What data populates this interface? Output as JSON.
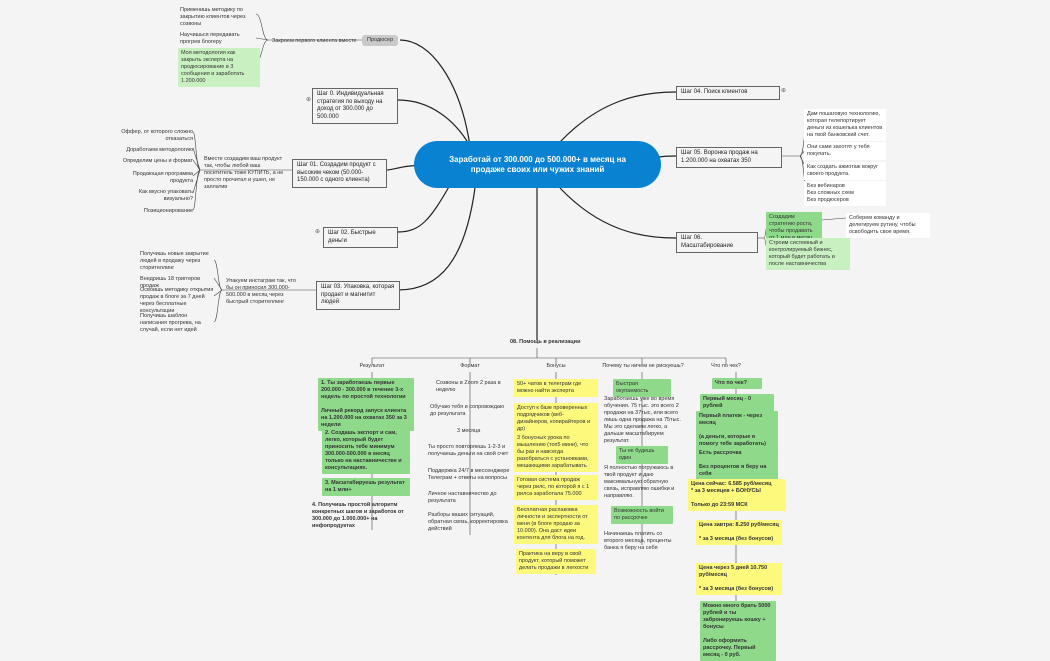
{
  "root": "Заработай от 300.000 до 500.000+ в месяц на продаже своих или чужих знаний",
  "top_left": {
    "pill": "Продюсер",
    "mid": "Закроем первого клиента вместе",
    "leaves": [
      "Применишь методику по закрытию клиентов через созвоны",
      "Научишься передавать прогрев блогеру",
      "Моя методология как закрыть эксперта на продюсирование в 3 сообщения и заработать 1.200.000"
    ]
  },
  "step0": "Шаг 0. Индивидуальная стратегия по выходу на доход от 300.000 до 500.000",
  "step01": {
    "node": "Шаг 01. Создадим продукт с высоким чеком (50.000-150.000 с одного клиента)",
    "mid": "Вместе создадим ваш продукт так, чтобы любой ваш посетитель тоже КУПИТЬ, а не просто прочитал и ушел, не заплатив",
    "leaves": [
      "Оффер, от которого сложно отказаться",
      "Доработаем методологию",
      "Определим цены и формат",
      "Продающая программа продукта",
      "Как вкусно упаковать визуально?",
      "Позиционирование"
    ]
  },
  "step02": "Шаг 02. Быстрые деньги",
  "step03": {
    "node": "Шаг 03. Упаковка, которая продает и магнитит людей",
    "mid": "Упакуем инстаграм так, что бы он приносил 300.000-500.000 в месяц через быстрый сторителлинг",
    "leaves": [
      "Получишь новые закрытие людей в продажу через сторителлинг",
      "Внедришь 18 триггеров продаж",
      "Освоишь методику открытия продаж в блоге за 7 дней через бесплатные консультации",
      "Получишь шаблон написания прогрева, на случай, если нет идей"
    ]
  },
  "step04": "Шаг 04. Поиск клиентов",
  "step05": {
    "node": "Шаг 05. Воронка продаж на 1.200.000 на охватах 350",
    "leaves": [
      "Дам пошаговую технологию, которая телепортирует деньги из кошелька клиентов на твой банковский счет.",
      "Они сами захотят у тебя покупать.",
      "Как создать ажиотаж вокруг своего продукта.",
      "Без вебинаров\nБез сложных схем\nБез продюсеров"
    ]
  },
  "step06": {
    "node": "Шаг 06. Масштабирование",
    "leaves": [
      "Создадим стратегию роста, чтобы продавать от 1 млн в месяц",
      "Строим системный и контролируемый бизнес, который будет работать и после наставничества"
    ],
    "sub": "Соберем команду и делегируем рутину, чтобы освободить свое время."
  },
  "bottom": {
    "title": "08. Помощь в реализации",
    "columns": [
      "Результат",
      "Формат",
      "Бонусы",
      "Почему ты ничем не рискуешь?",
      "Что по чек?"
    ],
    "result": [
      "1. Ты заработаешь первые 200.000 - 300.000 в течение 3-х недель по простой технологии\n\nЛичный рекорд запуск клиента на 1.200.000 на охватах 350 за 3 недели",
      "2. Создашь экспорт и сам, легко, который будет приносить тебе минимум 300.000-500.000 в месяц только на наставничестве и консультациях.",
      "3. Масштабируешь результат на 1 млн+",
      "4. Получишь простой алгоритм конкретных шагов и заработок от 300.000 до 1.000.000+ на инфопродуктах"
    ],
    "format": [
      "Созвоны в Zoom 2 раза в неделю",
      "Обучаю тебя и сопровождаю до результата",
      "3 месяца",
      "Ты просто повторяешь 1-2-3 и получаешь деньги на свой счет",
      "Поддержка 24/7 в мессенджере Телеграм + ответы на вопросы",
      "Личное наставничество до результата",
      "Разборы ваших ситуаций, обратная связь, корректировка действий"
    ],
    "bonuses": [
      "50+ чатов в телеграм где можно найти эксперта",
      "Доступ к базе проверенных подрядчиков (веб-дизайнеров, копирайтеров и др)",
      "3 бонусных урока по мышлению (топ5 мини), что бы раз и навсегда разобраться с установками, мешающими зарабатывать",
      "Готовая система продаж через рилс, по которой я с 1 рилса заработала 75.000",
      "Бесплатная распаковка личности и экспертности от меня (в блоге продаю за 10.000). Она даст идеи контента для блога на год.",
      "Практика на веру в свой продукт, который поможет делать продажи в легкости"
    ],
    "risk": [
      "Быстрая окупаемость",
      "Заработаешь уже во время обучения. 75 тыс. это всего 2 продажи на 37тыс, или всего лишь одна продажа на 75тыс. Мы это сделаем легко, а дальше масштабируем результат.",
      "Ты не будешь один",
      "Я полностью погружаюсь в твой продукт и даю максимальную обратную связь, исправляю ошибки и направляю.",
      "Возможность войти по рассрочке",
      "Начинаешь платить со второго месяца, проценты банка я беру на себя"
    ],
    "price": [
      "Что по чек?",
      "Первый месяц - 0 рублей",
      "Первый платеж - через месяц\n\n(а деньги, которые я помогу тебе заработать)",
      "Есть рассрочка\n\nБез процентов я беру на себя",
      "Цена сейчас: 6.585 руб/месяц\n* за 3 месяцев + БОНУСЫ\n\nТолько до 23:59 МСК",
      "Цена завтра: 8.250 руб/месяц\n\n* за 3 месяца (без бонусов)",
      "Цена через 5 дней 10.750 руб/месяц\n\n* за 3 месяца (без бонусов)",
      "Можно много брать 5000 рублей и ты забронируешь кошку + бонусы\n\nЛибо оформить рассрочку. Первый месяц - 0 руб."
    ]
  }
}
